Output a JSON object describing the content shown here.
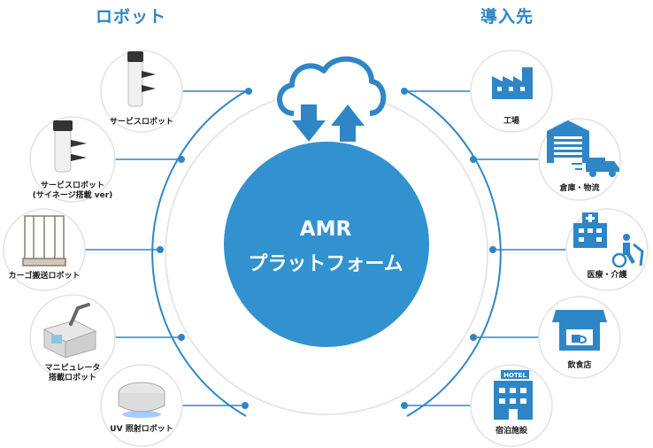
{
  "headings": {
    "left": "ロボット",
    "right": "導入先"
  },
  "center": {
    "line1": "AMR",
    "line2": "プラットフォーム"
  },
  "robots": [
    {
      "label": "サービスロボット"
    },
    {
      "label": "サービスロボット\n(サイネージ搭載 ver)"
    },
    {
      "label": "カーゴ搬送ロボット"
    },
    {
      "label": "マニピュレータ\n搭載ロボット"
    },
    {
      "label": "UV 照射ロボット"
    }
  ],
  "destinations": [
    {
      "label": "工場",
      "icon": "factory-icon"
    },
    {
      "label": "倉庫・物流",
      "icon": "warehouse-icon"
    },
    {
      "label": "医療・介護",
      "icon": "hospital-icon"
    },
    {
      "label": "飲食店",
      "icon": "restaurant-icon"
    },
    {
      "label": "宿泊施設",
      "icon": "hotel-icon"
    }
  ],
  "hotel_sign": "HOTEL",
  "colors": {
    "accent": "#2e86c6",
    "circle": "#3292cf",
    "ring": "#e6e6e6"
  }
}
